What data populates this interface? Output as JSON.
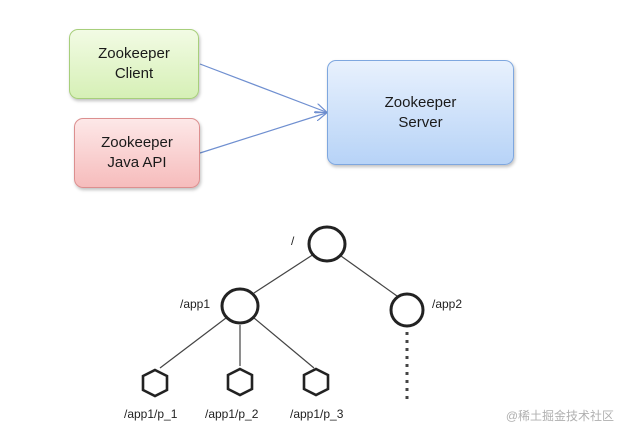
{
  "architecture": {
    "client": "Zookeeper\nClient",
    "java_api": "Zookeeper\nJava API",
    "server": "Zookeeper\nServer"
  },
  "tree": {
    "root": "/",
    "app1": "/app1",
    "app2": "/app2",
    "children": [
      "/app1/p_1",
      "/app1/p_2",
      "/app1/p_3"
    ]
  },
  "watermark": "@稀土掘金技术社区",
  "colors": {
    "client_fill": "#d6f0b6",
    "api_fill": "#f6bcbc",
    "server_fill": "#b7d3f7",
    "arrow": "#6f8fd0"
  }
}
